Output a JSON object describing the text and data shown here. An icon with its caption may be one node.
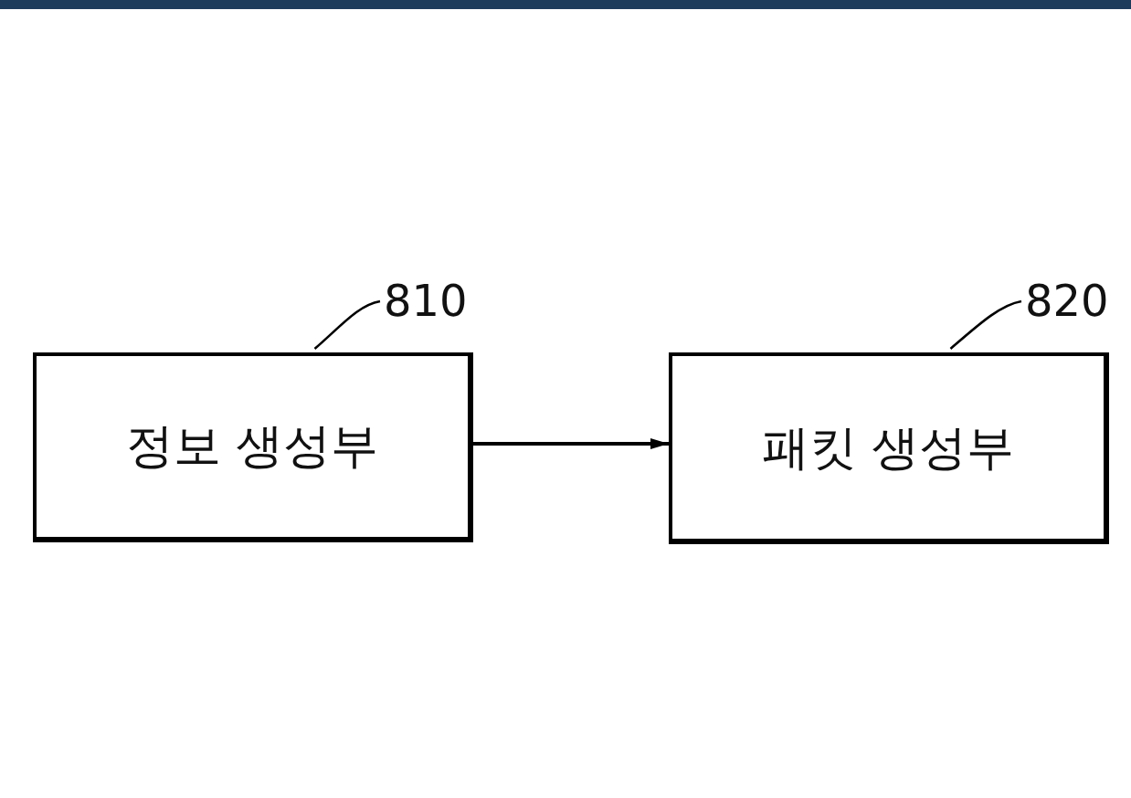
{
  "diagram": {
    "nodes": [
      {
        "text": [
          "정보 생성부"
        ]
      },
      {
        "text": [
          "패킷 생성부"
        ]
      },
      {
        "text": [
          "810"
        ]
      },
      {
        "text": [
          "820"
        ]
      }
    ],
    "edges": [
      {
        "from": 0,
        "to": 1,
        "arrow": "to"
      },
      {
        "from": 2,
        "to": 0,
        "arrow": "none"
      },
      {
        "from": 3,
        "to": 1,
        "arrow": "none"
      }
    ]
  }
}
